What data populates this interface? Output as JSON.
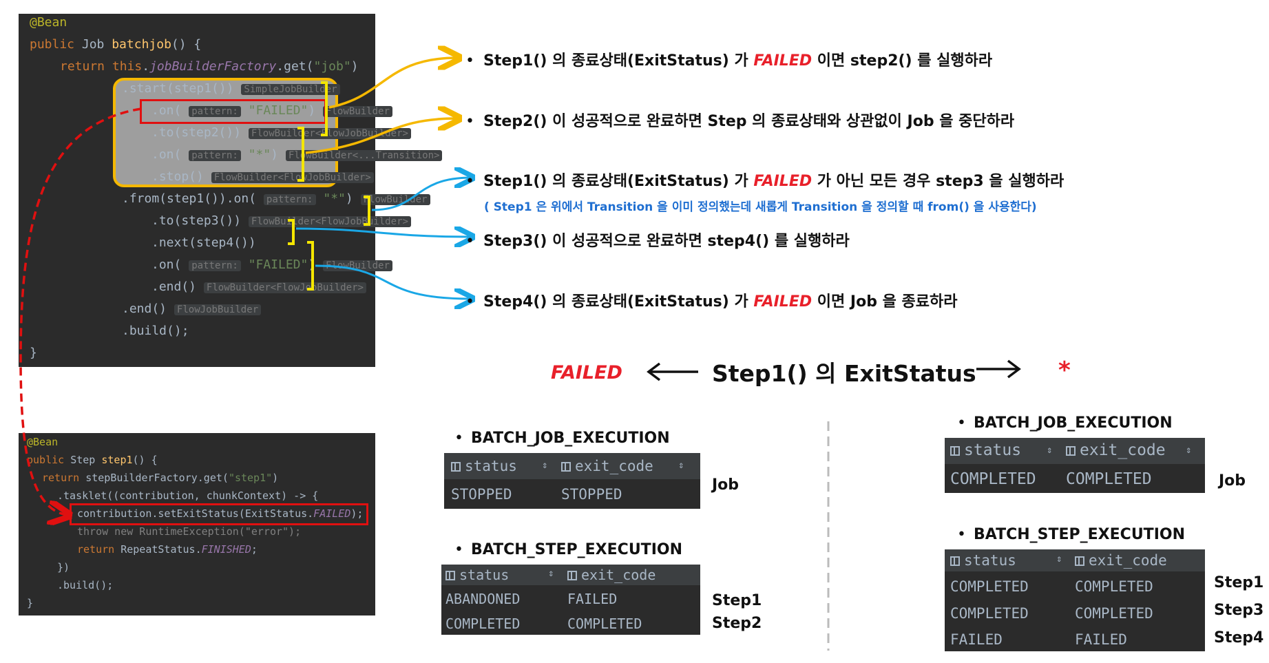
{
  "code1": {
    "lines": [
      {
        "annotation": "@Bean"
      },
      {
        "kw": "public ",
        "plain": "Job ",
        "fn": "batchjob",
        "rest": "() {"
      },
      {
        "kw": "return ",
        "kw2": "this",
        "plain": ".",
        "fn": "jobBuilderFactory",
        "rest": ".get(",
        "str": "\"job\"",
        "rest2": ")"
      },
      {
        "plain": ".start(step1())",
        "hint": "SimpleJobBuilder"
      },
      {
        "plain": ".on(",
        "hint": "pattern:",
        "str": "\"FAILED\"",
        "rest": ")",
        "hint2": "FlowBuilder"
      },
      {
        "plain": ".to(step2())",
        "hint": "FlowBuilder<FlowJobBuilder>"
      },
      {
        "plain": ".on(",
        "hint": "pattern:",
        "str": "\"*\"",
        "rest": ")",
        "hint2": "FlowBuilder<...Transition>"
      },
      {
        "plain": ".stop()",
        "hint": "FlowBuilder<FlowJobBuilder>"
      },
      {
        "plain": ".from(step1()).on(",
        "hint": "pattern:",
        "str": "\"*\"",
        "rest": ")",
        "hint2": "FlowBuilder"
      },
      {
        "plain": ".to(step3())",
        "hint": "FlowBuilder<FlowJobBuilder>"
      },
      {
        "plain": ".next(step4())"
      },
      {
        "plain": ".on(",
        "hint": "pattern:",
        "str": "\"FAILED\"",
        "rest": ")",
        "hint2": "FlowBuilder"
      },
      {
        "plain": ".end()",
        "hint": "FlowBuilder<FlowJobBuilder>"
      },
      {
        "plain": ".end()",
        "hint": "FlowJobBuilder"
      },
      {
        "plain": ".build();"
      },
      {
        "plain": "}"
      }
    ]
  },
  "code2": {
    "annotation": "@Bean",
    "decl_kw": "public ",
    "decl_type": "Step ",
    "decl_fn": "step1",
    "decl_rest": "() {",
    "ret_kw": "return ",
    "ret_plain": "stepBuilderFactory.get(",
    "ret_str": "\"step1\"",
    "ret_end": ")",
    "tasklet": ".tasklet((contribution, chunkContext) -> {",
    "set_plain": "contribution.setExitStatus(ExitStatus.",
    "set_it": "FAILED",
    "set_end": ");",
    "throw_line": "throw new RuntimeException(\"error\");",
    "finish_kw": "return ",
    "finish_plain": "RepeatStatus.",
    "finish_it": "FINISHED",
    "finish_end": ";",
    "close1": "})",
    "build": ".build();",
    "close2": "}"
  },
  "bullets": [
    {
      "a": "Step1() 의 종료상태(ExitStatus) 가 ",
      "b": "FAILED",
      "c": " 이면 step2() 를 실행하라"
    },
    {
      "a": "Step2() 이 성공적으로 완료하면 Step 의 종료상태와 상관없이 Job 을 중단하라"
    },
    {
      "a": "Step1() 의 종료상태(ExitStatus) 가 ",
      "b": "FAILED",
      "c": "  가 아닌 모든 경우 step3 을 실행하라"
    },
    {
      "a": "Step3() 이 성공적으로 완료하면 step4() 를 실행하라"
    },
    {
      "a": "Step4() 의 종료상태(ExitStatus) 가 ",
      "b": "FAILED",
      "c": " 이면 Job 을 종료하라"
    }
  ],
  "bullet_mark": "•",
  "note": "( Step1 은 위에서 Transition 을 이미 정의했는데 새롭게 Transition 을 정의할 때 from() 을 사용한다)",
  "center": {
    "left": "FAILED",
    "label": "Step1() 의 ExitStatus",
    "right": "*"
  },
  "left_tables": {
    "job": {
      "title": "BATCH_JOB_EXECUTION",
      "columns": [
        "status",
        "exit_code"
      ],
      "rows": [
        [
          "STOPPED",
          "STOPPED"
        ]
      ],
      "side": [
        "Job"
      ]
    },
    "step": {
      "title": "BATCH_STEP_EXECUTION",
      "columns": [
        "status",
        "exit_code"
      ],
      "rows": [
        [
          "ABANDONED",
          "FAILED"
        ],
        [
          "COMPLETED",
          "COMPLETED"
        ]
      ],
      "side": [
        "Step1",
        "Step2"
      ]
    }
  },
  "right_tables": {
    "job": {
      "title": "BATCH_JOB_EXECUTION",
      "columns": [
        "status",
        "exit_code"
      ],
      "rows": [
        [
          "COMPLETED",
          "COMPLETED"
        ]
      ],
      "side": [
        "Job"
      ]
    },
    "step": {
      "title": "BATCH_STEP_EXECUTION",
      "columns": [
        "status",
        "exit_code"
      ],
      "rows": [
        [
          "COMPLETED",
          "COMPLETED"
        ],
        [
          "COMPLETED",
          "COMPLETED"
        ],
        [
          "FAILED",
          "FAILED"
        ]
      ],
      "side": [
        "Step1",
        "Step3",
        "Step4"
      ]
    }
  },
  "colors": {
    "failed": "#e8202a",
    "yellow_arrow": "#f5b800",
    "blue_arrow": "#1aa7e6",
    "red_box": "#e01010",
    "note_blue": "#1f6fd1"
  }
}
